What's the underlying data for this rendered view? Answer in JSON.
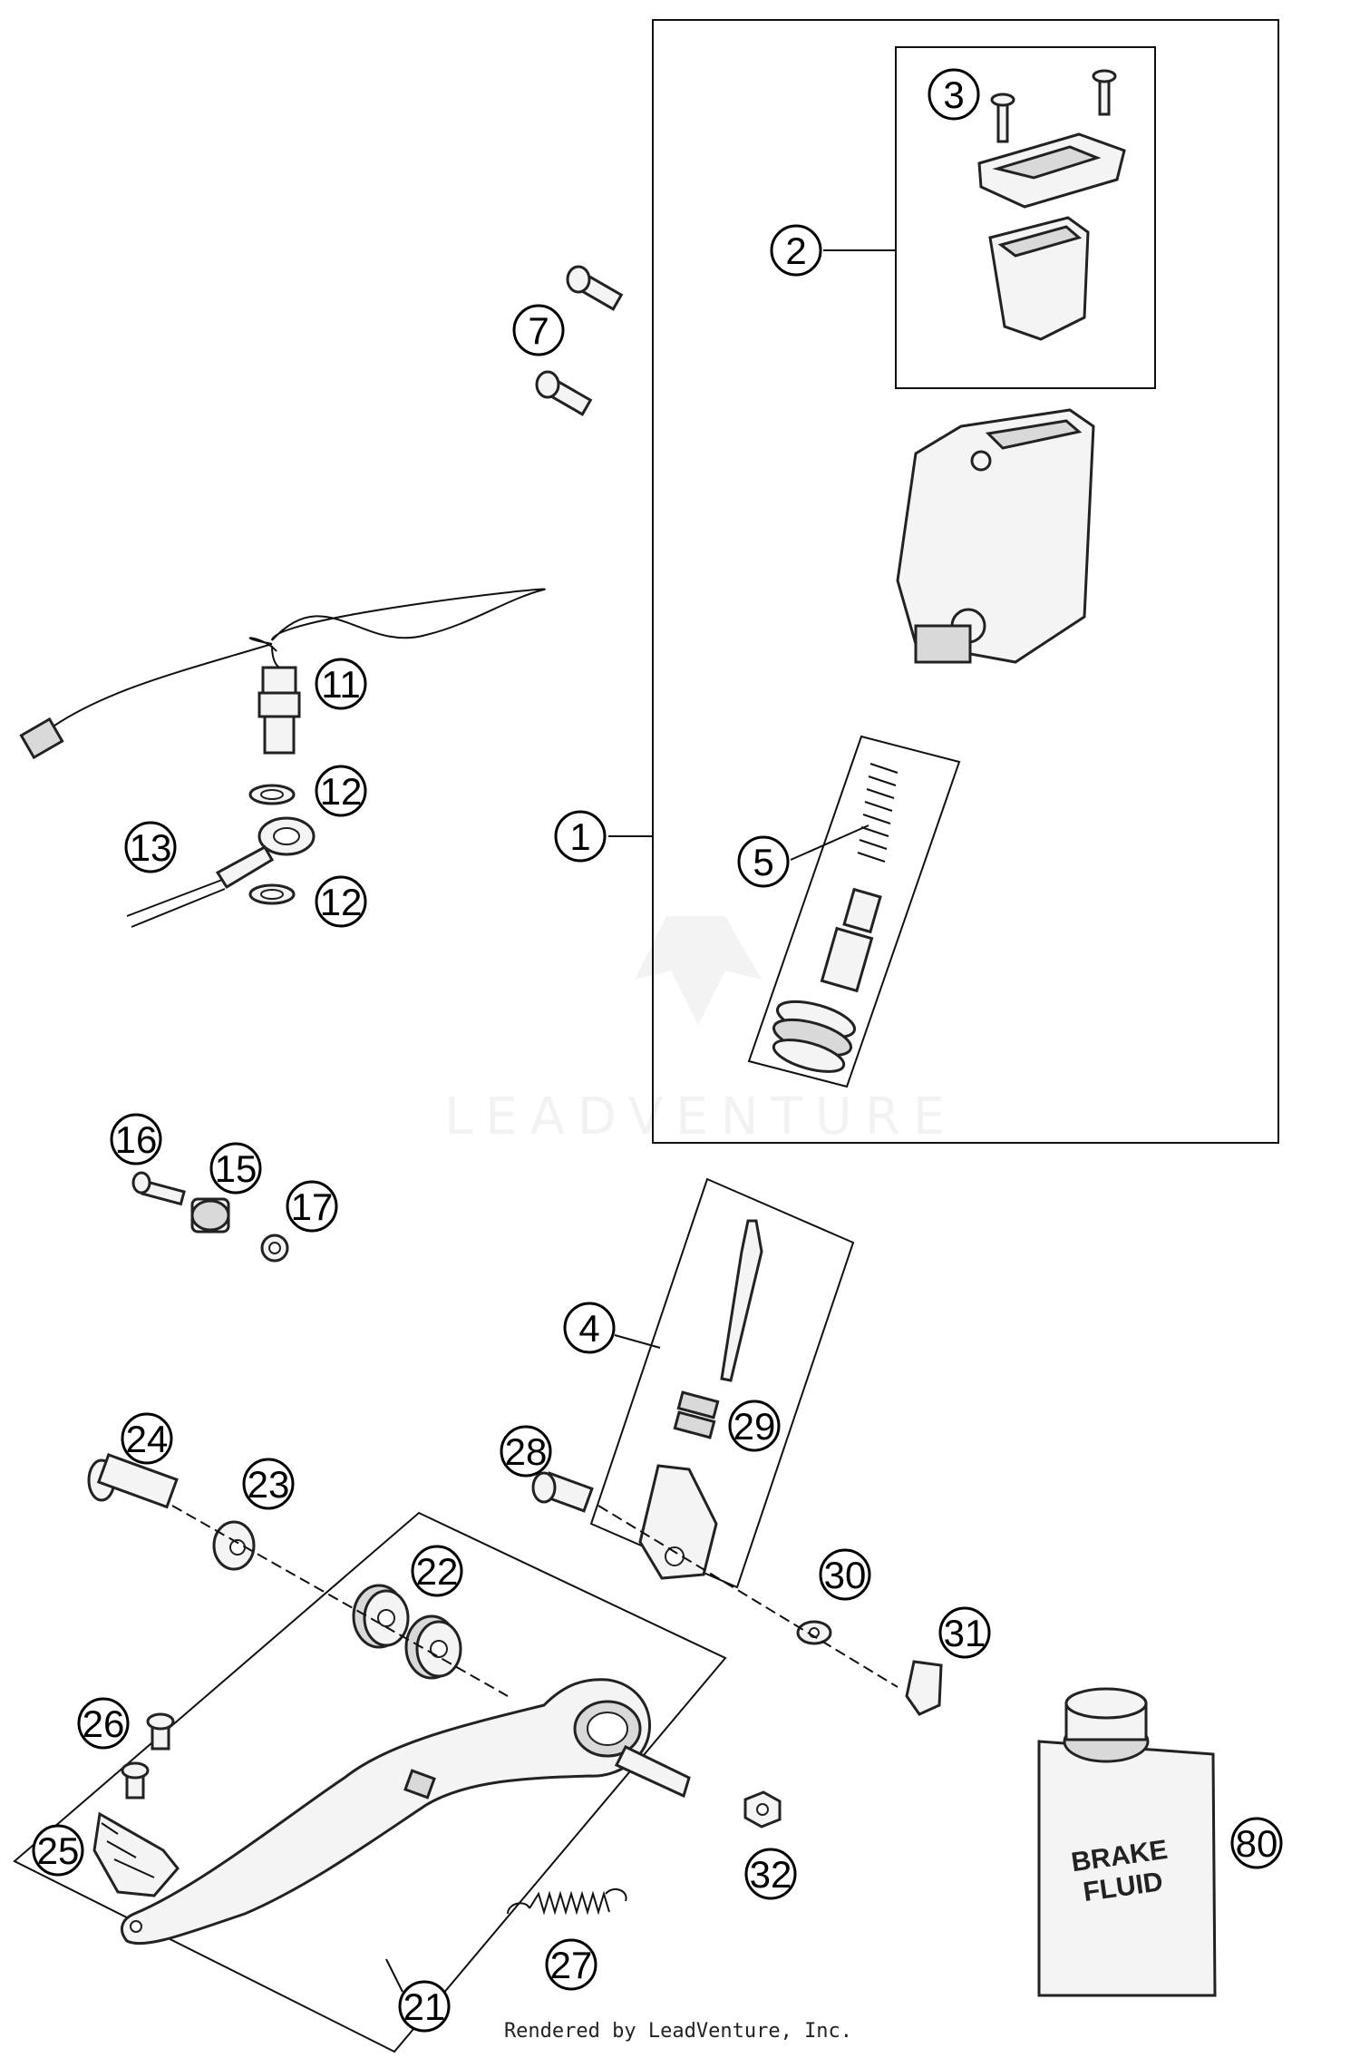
{
  "watermark": "LEADVENTURE",
  "credit": "Rendered by LeadVenture, Inc.",
  "bottle_label": [
    "BRAKE",
    "FLUID"
  ],
  "callouts": [
    "1",
    "2",
    "3",
    "4",
    "5",
    "7",
    "11",
    "12",
    "12",
    "13",
    "15",
    "16",
    "17",
    "21",
    "22",
    "23",
    "24",
    "25",
    "26",
    "27",
    "28",
    "29",
    "30",
    "31",
    "32",
    "80"
  ]
}
